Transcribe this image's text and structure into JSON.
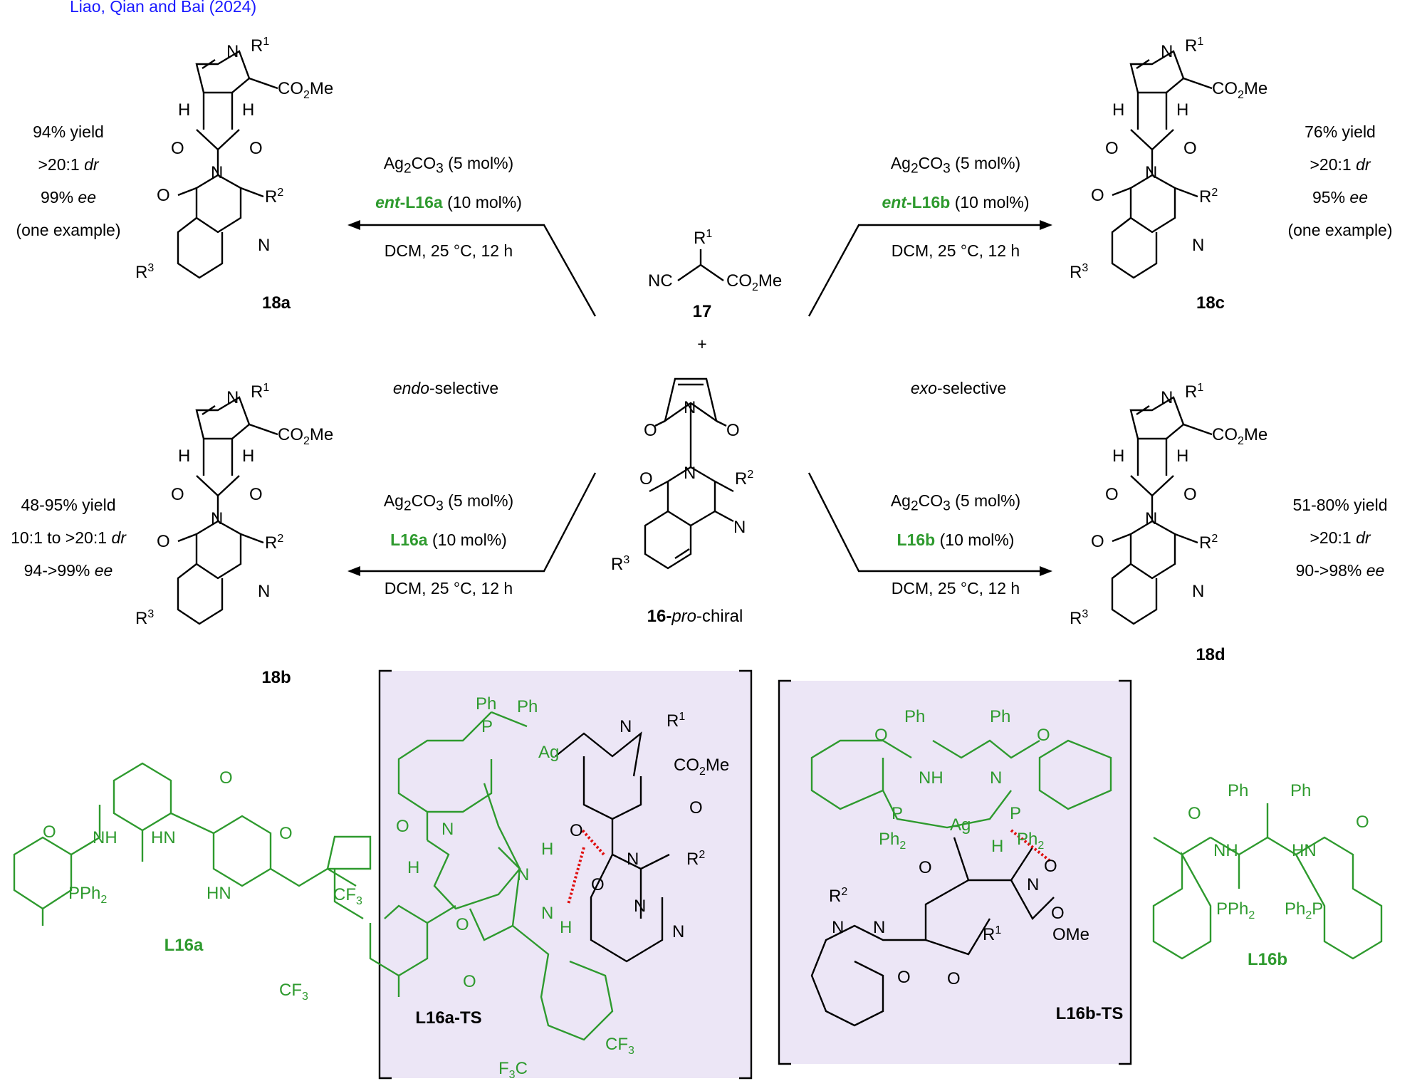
{
  "citation": "Liao, Qian and Bai (2024)",
  "compounds": {
    "c18a": "18a",
    "c18b": "18b",
    "c18c": "18c",
    "c18d": "18d",
    "c17": "17",
    "c16": "16-pro-chiral",
    "l16a": "L16a",
    "l16b": "L16b",
    "l16a_ts": "L16a-TS",
    "l16b_ts": "L16b-TS"
  },
  "conditions": {
    "top_left": [
      "Ag2CO3 (5 mol%)",
      "ent-L16a (10 mol%)",
      "DCM, 25 °C, 12 h"
    ],
    "top_right": [
      "Ag2CO3 (5 mol%)",
      "ent-L16b (10 mol%)",
      "DCM, 25 °C, 12 h"
    ],
    "bottom_left": [
      "Ag2CO3 (5 mol%)",
      "L16a (10 mol%)",
      "DCM, 25 °C, 12 h"
    ],
    "bottom_right": [
      "Ag2CO3 (5 mol%)",
      "L16b (10 mol%)",
      "DCM, 25 °C, 12 h"
    ]
  },
  "results": {
    "c18a": [
      "94% yield",
      ">20:1 dr",
      "99% ee",
      "(one example)"
    ],
    "c18c": [
      "76% yield",
      ">20:1 dr",
      "95% ee",
      "(one example)"
    ],
    "c18b": [
      "48-95% yield",
      "10:1 to >20:1 dr",
      "94->99% ee"
    ],
    "c18d": [
      "51-80% yield",
      ">20:1 dr",
      "90->98% ee"
    ]
  },
  "selectivity": {
    "left": "endo-selective",
    "right": "exo-selective"
  },
  "plus": "+",
  "colors": {
    "ligand_green": "#2e9a2e",
    "ts_box": "#ece6f6",
    "citation_blue": "#1a1aff",
    "hbond_red": "#e01010"
  }
}
